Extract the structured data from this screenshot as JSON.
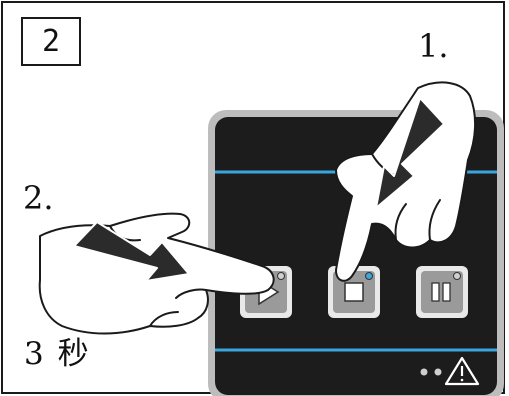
{
  "panel": {
    "step_number": "2",
    "label_step1": "1.",
    "label_step2": "2.",
    "label_duration": "3 秒"
  },
  "device": {
    "buttons": [
      {
        "name": "play-button",
        "icon": "play-icon"
      },
      {
        "name": "stop-button",
        "icon": "stop-icon"
      },
      {
        "name": "pause-button",
        "icon": "pause-icon"
      }
    ],
    "status_icons": [
      "indicator-dot",
      "indicator-dot",
      "warning-icon"
    ]
  },
  "colors": {
    "device_body": "#1c1c1c",
    "device_bezel": "#bdbdbd",
    "accent_line": "#3aa6dc",
    "button_face": "#9a9a9a",
    "led_active": "#3aa6dc",
    "arrow_fill": "#2b2b2b"
  }
}
